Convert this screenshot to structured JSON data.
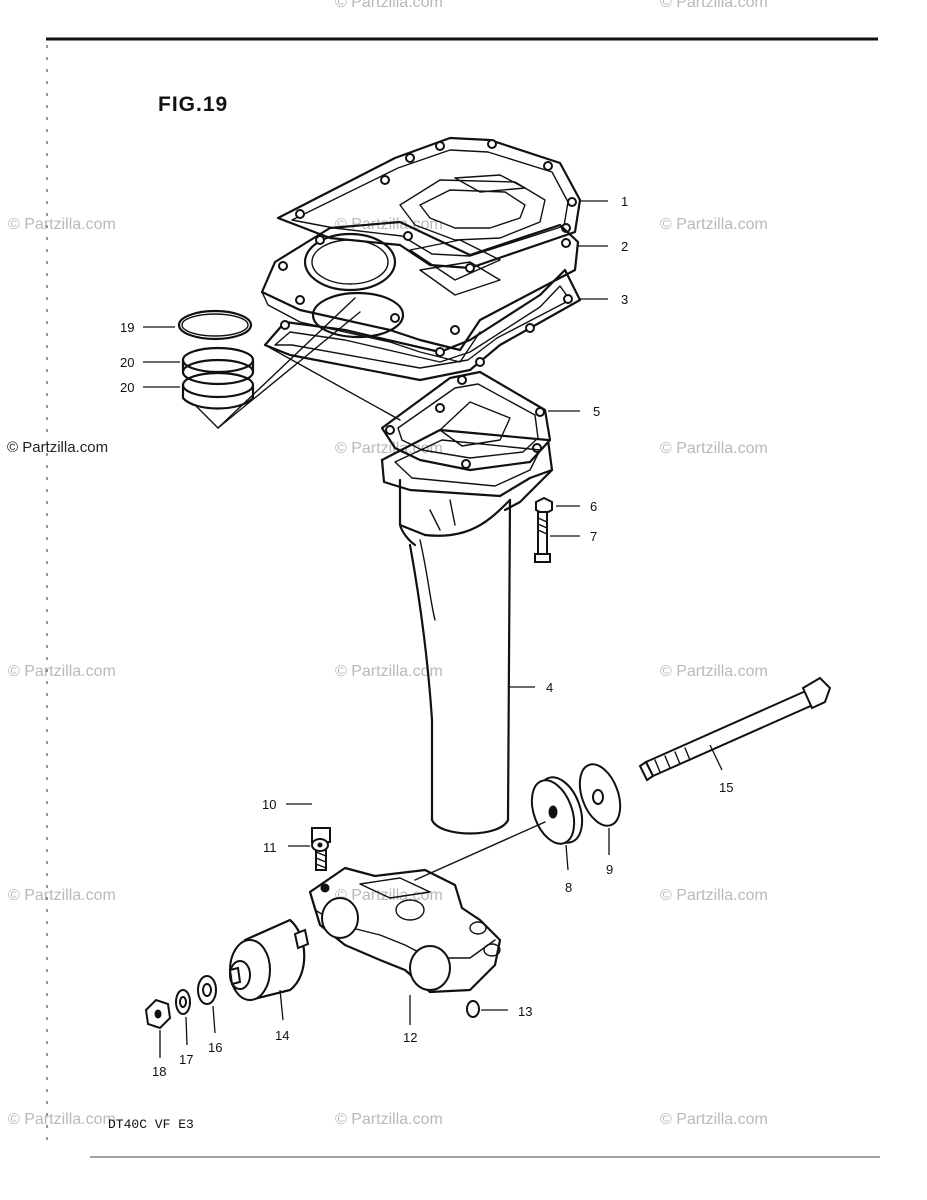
{
  "figure_title": "FIG.19",
  "footer_model": "DT40C  VF  E3",
  "copyright": "© Partzilla.com",
  "watermark": "© Partzilla.com",
  "parts": [
    {
      "key": "p1",
      "label": "1"
    },
    {
      "key": "p2",
      "label": "2"
    },
    {
      "key": "p3",
      "label": "3"
    },
    {
      "key": "p4",
      "label": "4"
    },
    {
      "key": "p5",
      "label": "5"
    },
    {
      "key": "p6",
      "label": "6"
    },
    {
      "key": "p7",
      "label": "7"
    },
    {
      "key": "p8",
      "label": "8"
    },
    {
      "key": "p9",
      "label": "9"
    },
    {
      "key": "p10",
      "label": "10"
    },
    {
      "key": "p11",
      "label": "11"
    },
    {
      "key": "p12",
      "label": "12"
    },
    {
      "key": "p13",
      "label": "13"
    },
    {
      "key": "p14",
      "label": "14"
    },
    {
      "key": "p15",
      "label": "15"
    },
    {
      "key": "p16",
      "label": "16"
    },
    {
      "key": "p17",
      "label": "17"
    },
    {
      "key": "p18",
      "label": "18"
    },
    {
      "key": "p19",
      "label": "19"
    },
    {
      "key": "p20a",
      "label": "20"
    },
    {
      "key": "p20b",
      "label": "20"
    }
  ]
}
